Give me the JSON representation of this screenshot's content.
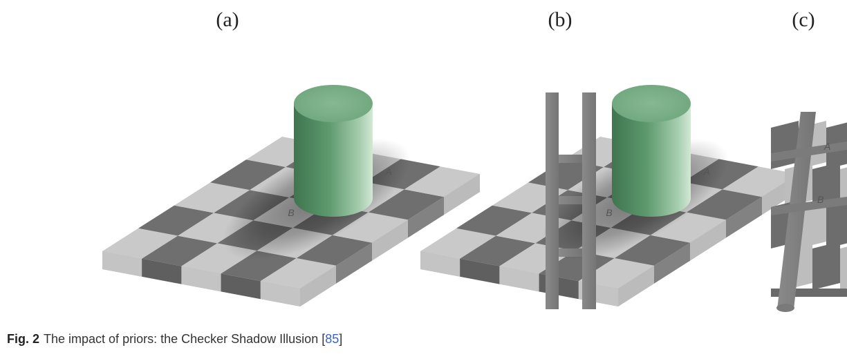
{
  "panels": [
    {
      "id": "a",
      "label": "(a)",
      "square_labels": [
        "A",
        "B"
      ]
    },
    {
      "id": "b",
      "label": "(b)",
      "square_labels": [
        "A",
        "B"
      ]
    },
    {
      "id": "c",
      "label": "(c)",
      "square_labels": [
        "A",
        "B"
      ]
    }
  ],
  "caption": {
    "fig_number": "Fig. 2",
    "text": "The impact of priors: the Checker Shadow Illusion ",
    "ref_open": "[",
    "ref": "85",
    "ref_close": "]"
  },
  "colors": {
    "light_square": "#c9c9c9",
    "dark_square": "#6f6f6f",
    "cylinder": "#5e9a6e",
    "bars": "#808080",
    "ref_link": "#3a5fcd"
  }
}
